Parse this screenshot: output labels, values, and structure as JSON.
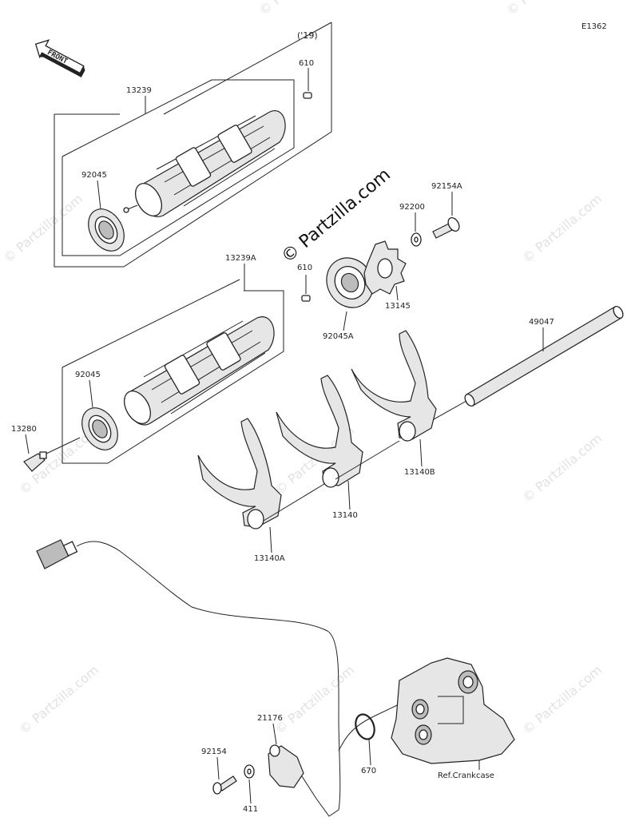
{
  "diagram_code": "E1362",
  "year_note": "('19)",
  "front_label": "FRONT",
  "watermark": "© Partzilla.com",
  "callouts": {
    "p13239": "13239",
    "p610_top": "610",
    "p92045_top": "92045",
    "p13239A": "13239A",
    "p610_mid": "610",
    "p92045_mid": "92045",
    "p13280": "13280",
    "p92045A": "92045A",
    "p92200": "92200",
    "p92154A": "92154A",
    "p13145": "13145",
    "p49047": "49047",
    "p13140B": "13140B",
    "p13140": "13140",
    "p13140A": "13140A",
    "p21176": "21176",
    "p92154": "92154",
    "p411": "411",
    "p670": "670",
    "ref_crankcase": "Ref.Crankcase"
  }
}
